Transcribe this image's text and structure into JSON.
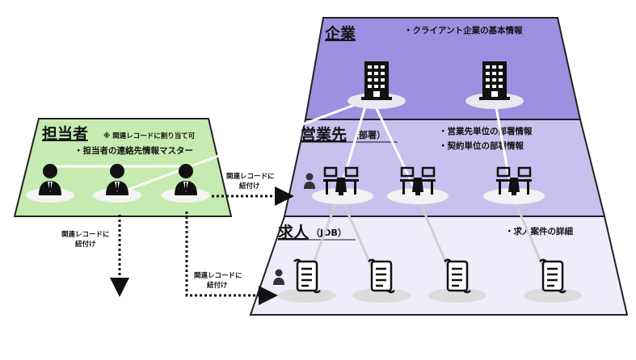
{
  "pyramid": {
    "tier1": {
      "title": "企業",
      "note": "・クライアント企業の基本情報"
    },
    "tier2": {
      "title": "営業先",
      "sub": "（部署）",
      "notes": [
        "・営業先単位の部署情報",
        "・契約単位の部署情報"
      ]
    },
    "tier3": {
      "title": "求人",
      "sub": "（JOB）",
      "note": "・求人案件の詳細"
    }
  },
  "contact_panel": {
    "title": "担当者",
    "note1": "※ 関連レコードに割り当て可",
    "note2": "・担当者の連絡先情報マスター"
  },
  "links": {
    "to_dept": [
      "関連レコードに",
      "紐付け"
    ],
    "down": [
      "関連レコードに",
      "紐付け"
    ],
    "to_job": [
      "関連レコードに",
      "紐付け"
    ]
  },
  "colors": {
    "tier1": "#9f8fe0",
    "tier2": "#c9c0ee",
    "tier3": "#efedfa",
    "contact": "#c5ebb0",
    "shadow": "#cfcfcf"
  },
  "icons": [
    "building-icon",
    "desk-icon",
    "person-icon",
    "document-scroll-icon"
  ]
}
